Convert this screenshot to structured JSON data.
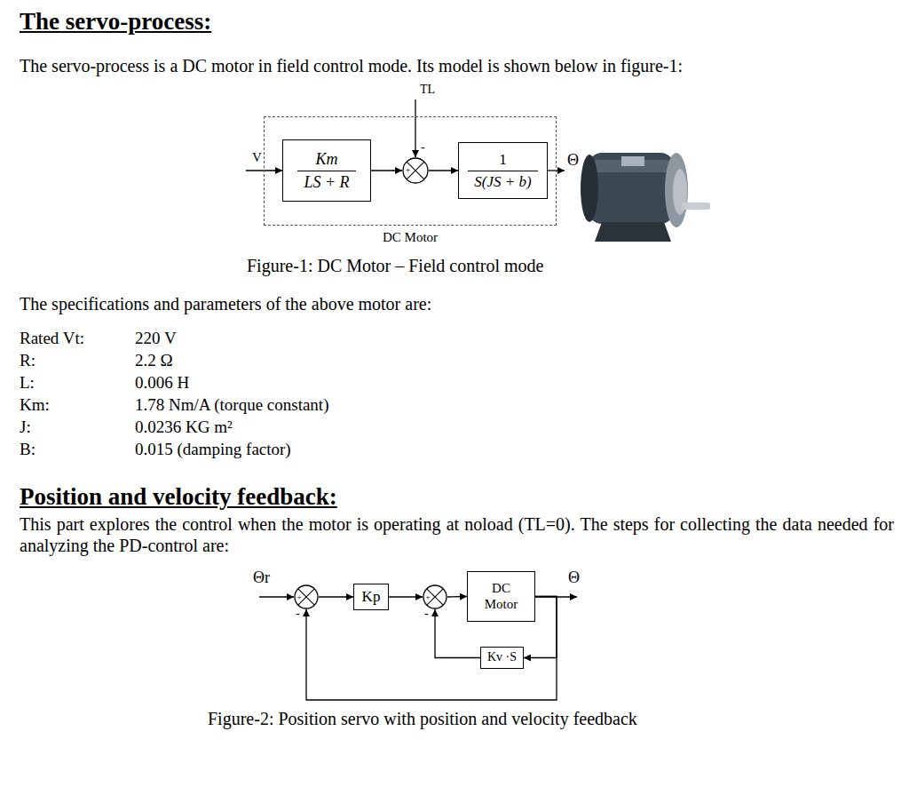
{
  "diagram": {
    "title": "The servo-process:",
    "nodes": [
      {
        "text": [
          "DC Motor"
        ]
      },
      {
        "text": [
          "Km",
          "LS + R"
        ],
        "in": 0
      },
      {
        "text": [
          "+",
          "-"
        ],
        "in": 0
      },
      {
        "text": [
          "1",
          "S(JS + b)"
        ],
        "in": 0
      },
      {
        "text": [
          "+",
          "-"
        ]
      },
      {
        "text": [
          "Kp"
        ]
      },
      {
        "text": [
          "+",
          "-"
        ]
      },
      {
        "text": [
          "DC Motor"
        ]
      },
      {
        "text": [
          "Kv ·S"
        ]
      }
    ],
    "edges": [
      {
        "from": 1,
        "to": 2,
        "arrow": "to"
      },
      {
        "from": 2,
        "to": 3,
        "arrow": "to"
      },
      {
        "from": 4,
        "to": 5,
        "arrow": "to"
      },
      {
        "from": 5,
        "to": 6,
        "arrow": "to"
      },
      {
        "from": 6,
        "to": 7,
        "arrow": "to"
      },
      {
        "from": 7,
        "to": 8,
        "arrow": "to"
      },
      {
        "from": 8,
        "to": 6,
        "arrow": "to"
      },
      {
        "from": 7,
        "to": 4,
        "arrow": "to"
      }
    ],
    "labels": [
      "The servo-process is a DC motor in field control mode. Its model is shown below in figure-1:",
      "TL",
      "V",
      "Θ",
      "Figure-1: DC Motor – Field control mode",
      "The specifications and parameters of the above motor are:",
      "Rated Vt:",
      "220 V",
      "R:",
      "2.2 Ω",
      "L:",
      "0.006 H",
      "Km:",
      "1.78 Nm/A (torque constant)",
      "J:",
      "0.0236 KG m²",
      "B:",
      "0.015 (damping factor)",
      "Position and velocity feedback:",
      "This part explores the control when the motor is operating at noload (TL=0).  The steps for collecting the data needed for analyzing the PD-control are:",
      "Θr",
      "Θ",
      "Figure-2: Position servo with position and velocity feedback"
    ]
  }
}
